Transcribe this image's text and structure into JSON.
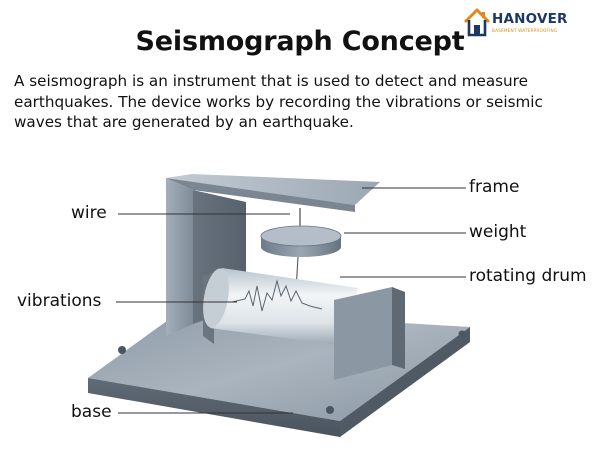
{
  "logo": {
    "name": "HANOVER",
    "tagline": "BASEMENT WATERPROOFING"
  },
  "title": "Seismograph Concept",
  "intro": "A seismograph is an instrument that is used to detect and measure earthquakes. The device works by recording the vibrations or seismic waves that are generated by an earthquake.",
  "labels": {
    "frame": "frame",
    "wire": "wire",
    "weight": "weight",
    "rotating_drum": "rotating drum",
    "vibrations": "vibrations",
    "base": "base"
  },
  "colors": {
    "brand_navy": "#1c3764",
    "brand_orange": "#e08a1e",
    "metal_dark": "#6f7c88",
    "metal_light": "#b8c4ce"
  }
}
